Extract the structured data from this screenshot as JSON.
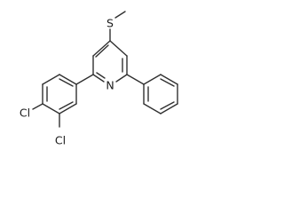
{
  "molecule": {
    "atoms": {
      "sulfur": "S",
      "nitrogen": "N",
      "chlorine_top": "Cl",
      "chlorine_bottom": "Cl"
    }
  }
}
